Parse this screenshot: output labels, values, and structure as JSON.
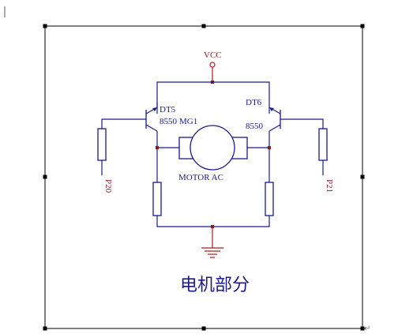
{
  "frame": {
    "corner_mark": "↵"
  },
  "labels": {
    "vcc": "VCC",
    "q1_name": "DT5",
    "q1_part": "8550",
    "motor_name": "MG1",
    "q2_name": "DT6",
    "q2_part": "8550",
    "motor_type": "MOTOR AC",
    "port_left": "P20",
    "port_right": "P21"
  },
  "caption": "电机部分",
  "colors": {
    "wire": "#1a1a8c",
    "power": "#b31919",
    "junction": "#8b1a1a",
    "frame": "#000000"
  }
}
